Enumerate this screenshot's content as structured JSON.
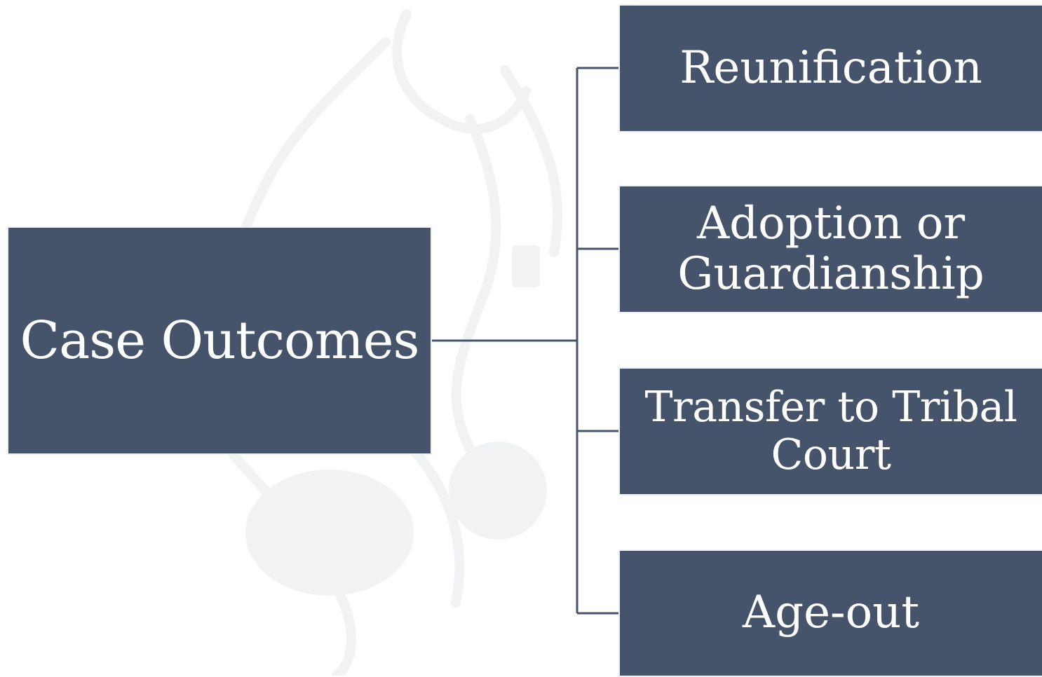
{
  "diagram": {
    "root": {
      "label": "Case Outcomes"
    },
    "children": [
      {
        "label": "Reunification"
      },
      {
        "label": "Adoption or Guardianship"
      },
      {
        "label": "Transfer to Tribal Court"
      },
      {
        "label": "Age-out"
      }
    ]
  },
  "colors": {
    "box_fill": "#45546b",
    "box_text": "#ffffff",
    "connector": "#45546b",
    "background": "#ffffff"
  }
}
